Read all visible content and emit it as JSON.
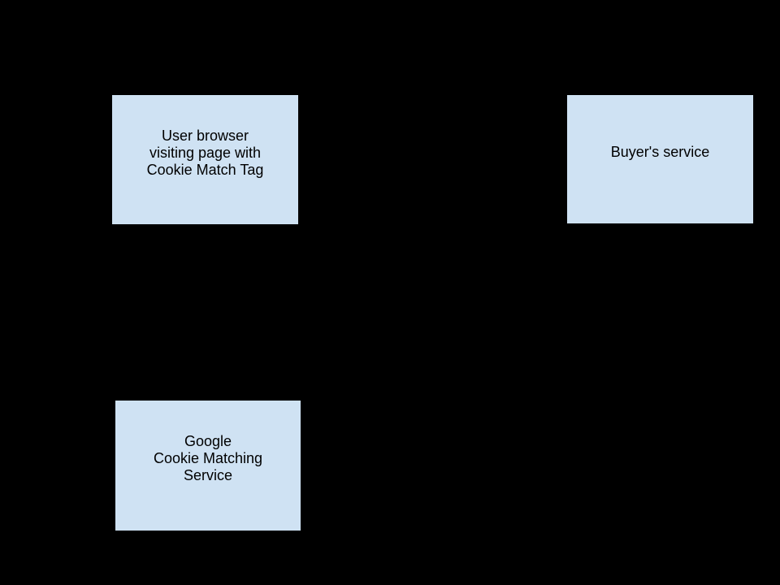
{
  "diagram": {
    "type": "flow-diagram",
    "background_color": "#000000",
    "node_fill_color": "#cfe2f3",
    "node_border_color": "#000000",
    "node_text_color": "#000000",
    "nodes": [
      {
        "id": "user-browser",
        "label": "User browser\nvisiting page with\nCookie Match Tag"
      },
      {
        "id": "buyers-service",
        "label": "Buyer's service"
      },
      {
        "id": "google-cookie-matching-service",
        "label": "Google\nCookie Matching\nService"
      }
    ]
  }
}
